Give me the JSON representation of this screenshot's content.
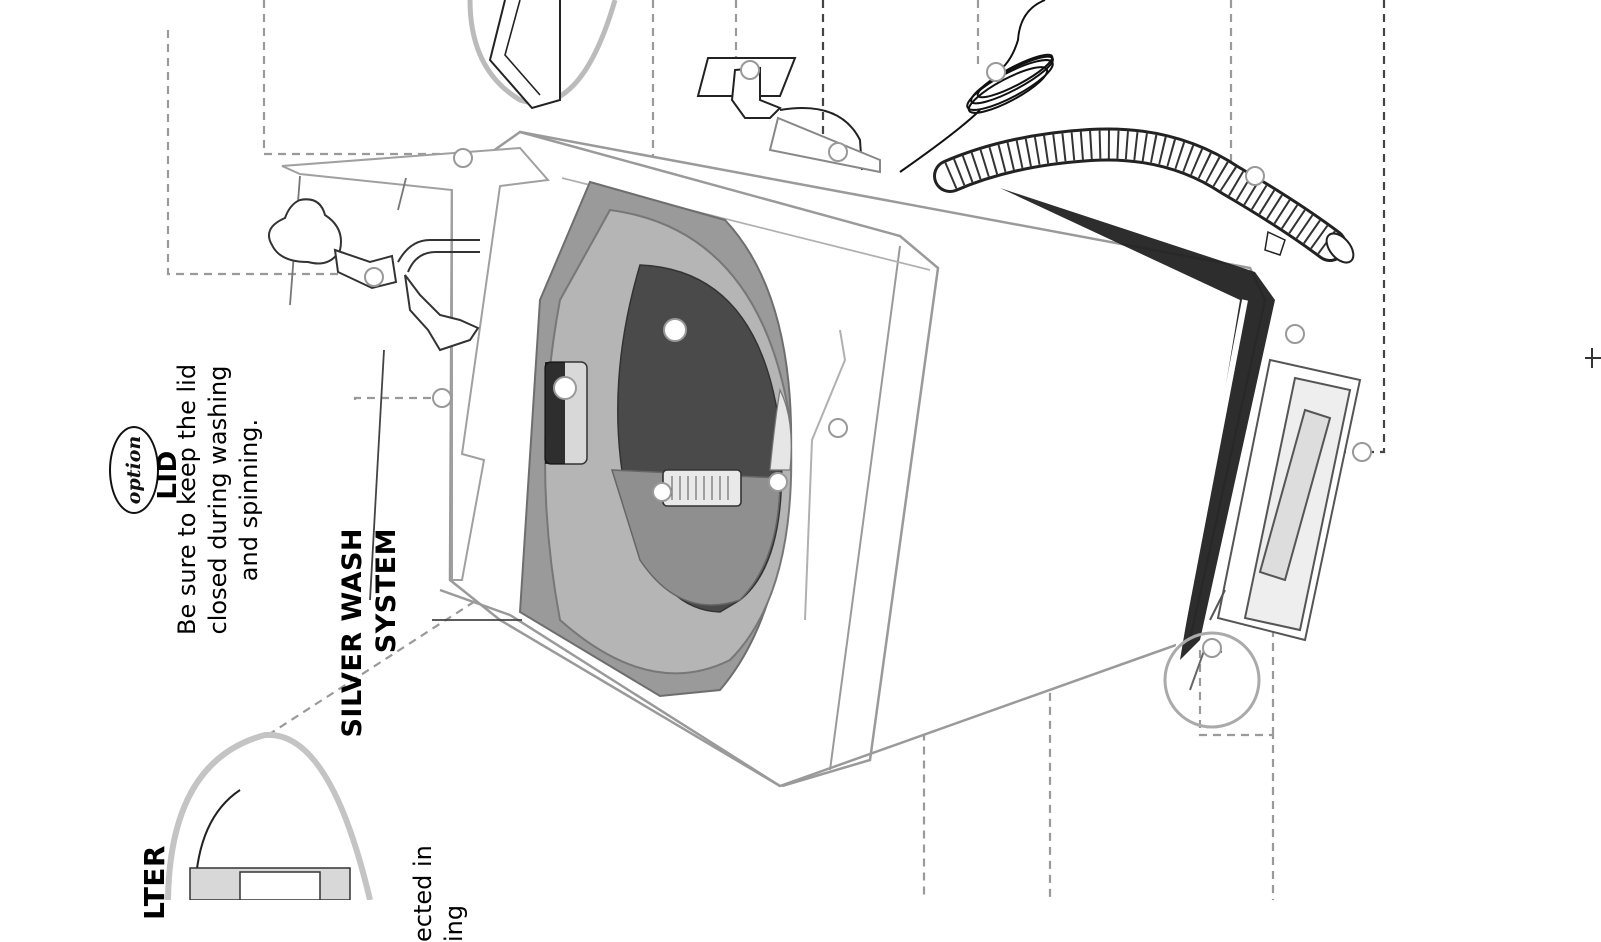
{
  "lid": {
    "badge": "option",
    "title": "LID",
    "description_lines": [
      "Be sure to keep the lid",
      "closed during washing",
      "and spinning."
    ]
  },
  "silver_wash": {
    "title_lines": [
      "SILVER WASH",
      "SYSTEM"
    ]
  },
  "filter": {
    "title_partial": "LTER",
    "description_partial_lines": [
      "ected in",
      "ing"
    ]
  },
  "colors": {
    "outline": "#8a8a8a",
    "dark_line": "#111111",
    "drum_dark": "#4a4a4a",
    "drum_mid": "#8f8f8f",
    "leader": "#999999",
    "body_fill": "#ffffff"
  }
}
